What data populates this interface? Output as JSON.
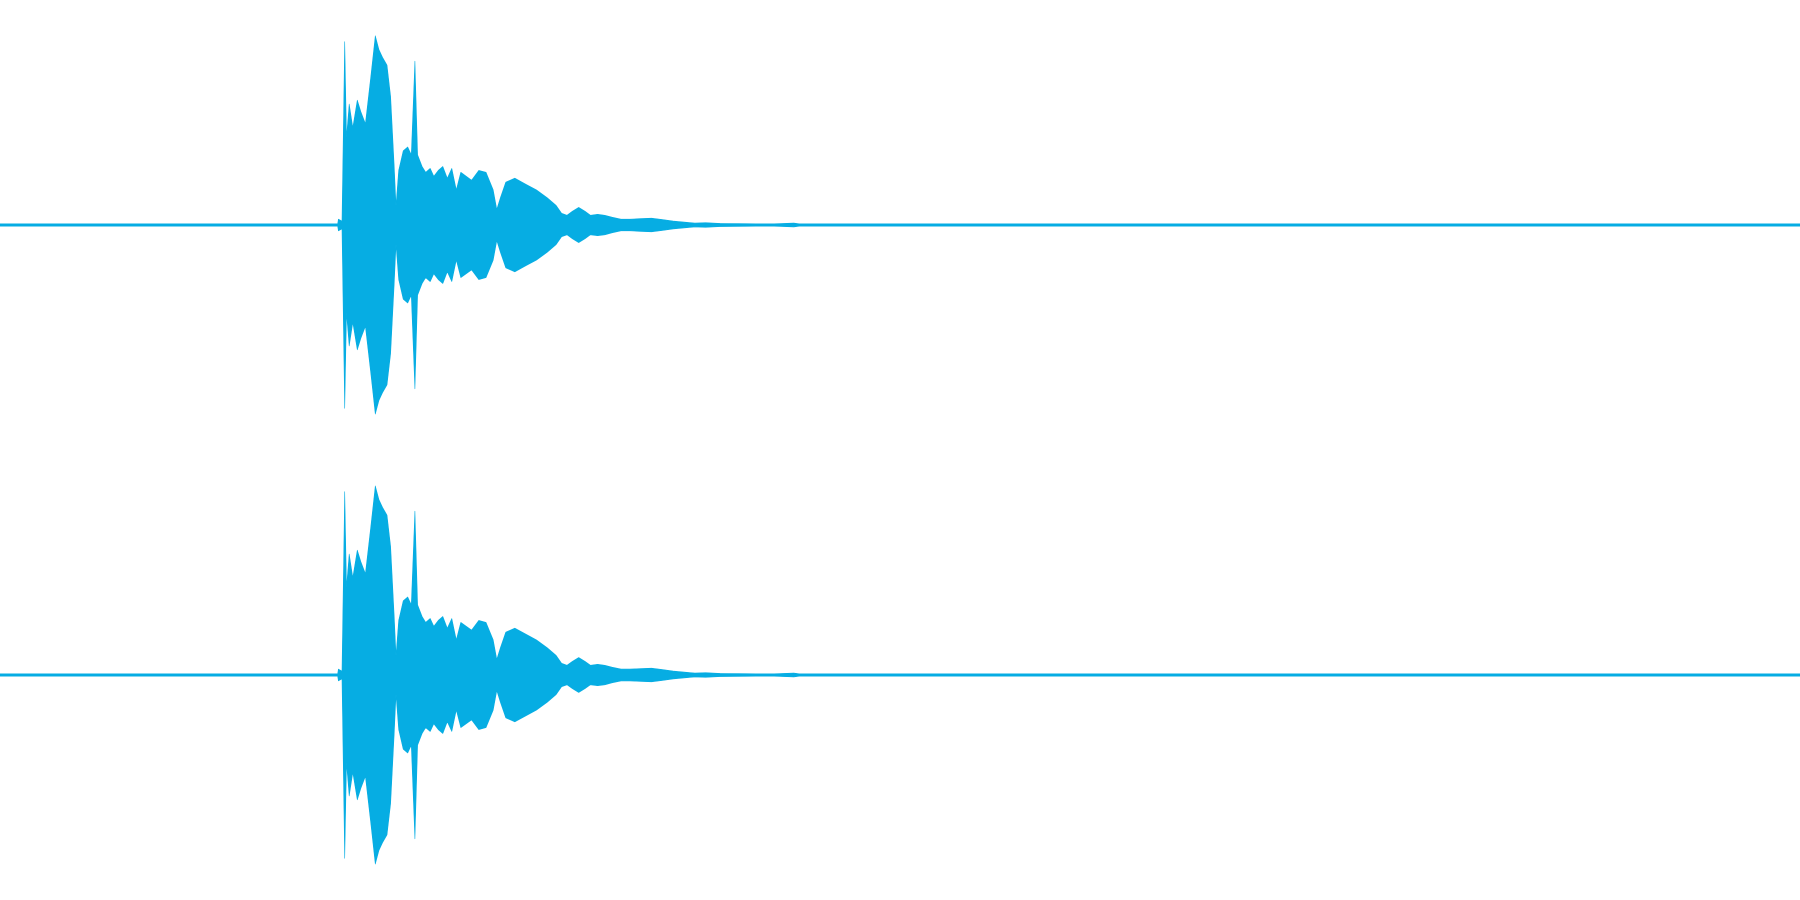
{
  "waveform": {
    "color": "#06ade3",
    "channels": [
      {
        "envelope": [
          [
            0,
            0.006
          ],
          [
            0.1876,
            0.006
          ],
          [
            0.188,
            0.03
          ],
          [
            0.19,
            0.02
          ],
          [
            0.1915,
            0.94
          ],
          [
            0.1925,
            0.45
          ],
          [
            0.194,
            0.62
          ],
          [
            0.196,
            0.5
          ],
          [
            0.1985,
            0.64
          ],
          [
            0.2005,
            0.58
          ],
          [
            0.203,
            0.52
          ],
          [
            0.206,
            0.76
          ],
          [
            0.2085,
            0.97
          ],
          [
            0.2105,
            0.9
          ],
          [
            0.2125,
            0.86
          ],
          [
            0.215,
            0.82
          ],
          [
            0.217,
            0.66
          ],
          [
            0.219,
            0.3
          ],
          [
            0.22,
            0.1
          ],
          [
            0.2215,
            0.28
          ],
          [
            0.224,
            0.38
          ],
          [
            0.2265,
            0.4
          ],
          [
            0.2285,
            0.36
          ],
          [
            0.2305,
            0.84
          ],
          [
            0.232,
            0.36
          ],
          [
            0.2345,
            0.3
          ],
          [
            0.2365,
            0.27
          ],
          [
            0.239,
            0.29
          ],
          [
            0.241,
            0.25
          ],
          [
            0.2435,
            0.28
          ],
          [
            0.246,
            0.3
          ],
          [
            0.2485,
            0.24
          ],
          [
            0.251,
            0.29
          ],
          [
            0.2535,
            0.18
          ],
          [
            0.256,
            0.27
          ],
          [
            0.259,
            0.25
          ],
          [
            0.262,
            0.23
          ],
          [
            0.266,
            0.28
          ],
          [
            0.27,
            0.27
          ],
          [
            0.274,
            0.18
          ],
          [
            0.276,
            0.08
          ],
          [
            0.278,
            0.14
          ],
          [
            0.281,
            0.22
          ],
          [
            0.286,
            0.24
          ],
          [
            0.292,
            0.21
          ],
          [
            0.298,
            0.18
          ],
          [
            0.304,
            0.14
          ],
          [
            0.309,
            0.1
          ],
          [
            0.312,
            0.06
          ],
          [
            0.315,
            0.05
          ],
          [
            0.318,
            0.07
          ],
          [
            0.3215,
            0.09
          ],
          [
            0.325,
            0.07
          ],
          [
            0.328,
            0.05
          ],
          [
            0.332,
            0.055
          ],
          [
            0.336,
            0.05
          ],
          [
            0.34,
            0.04
          ],
          [
            0.345,
            0.03
          ],
          [
            0.35,
            0.03
          ],
          [
            0.356,
            0.033
          ],
          [
            0.362,
            0.035
          ],
          [
            0.368,
            0.028
          ],
          [
            0.374,
            0.02
          ],
          [
            0.38,
            0.015
          ],
          [
            0.386,
            0.01
          ],
          [
            0.392,
            0.012
          ],
          [
            0.4,
            0.008
          ],
          [
            0.41,
            0.007
          ],
          [
            0.42,
            0.006
          ],
          [
            0.43,
            0.006
          ],
          [
            0.441,
            0.01
          ],
          [
            0.444,
            0.006
          ],
          [
            1,
            0.006
          ]
        ]
      },
      {
        "envelope": [
          [
            0,
            0.006
          ],
          [
            0.1876,
            0.006
          ],
          [
            0.188,
            0.03
          ],
          [
            0.19,
            0.02
          ],
          [
            0.1915,
            0.94
          ],
          [
            0.1925,
            0.45
          ],
          [
            0.194,
            0.62
          ],
          [
            0.196,
            0.5
          ],
          [
            0.1985,
            0.64
          ],
          [
            0.2005,
            0.58
          ],
          [
            0.203,
            0.52
          ],
          [
            0.206,
            0.76
          ],
          [
            0.2085,
            0.97
          ],
          [
            0.2105,
            0.9
          ],
          [
            0.2125,
            0.86
          ],
          [
            0.215,
            0.82
          ],
          [
            0.217,
            0.66
          ],
          [
            0.219,
            0.3
          ],
          [
            0.22,
            0.1
          ],
          [
            0.2215,
            0.28
          ],
          [
            0.224,
            0.38
          ],
          [
            0.2265,
            0.4
          ],
          [
            0.2285,
            0.36
          ],
          [
            0.2305,
            0.84
          ],
          [
            0.232,
            0.36
          ],
          [
            0.2345,
            0.3
          ],
          [
            0.2365,
            0.27
          ],
          [
            0.239,
            0.29
          ],
          [
            0.241,
            0.25
          ],
          [
            0.2435,
            0.28
          ],
          [
            0.246,
            0.3
          ],
          [
            0.2485,
            0.24
          ],
          [
            0.251,
            0.29
          ],
          [
            0.2535,
            0.18
          ],
          [
            0.256,
            0.27
          ],
          [
            0.259,
            0.25
          ],
          [
            0.262,
            0.23
          ],
          [
            0.266,
            0.28
          ],
          [
            0.27,
            0.27
          ],
          [
            0.274,
            0.18
          ],
          [
            0.276,
            0.08
          ],
          [
            0.278,
            0.14
          ],
          [
            0.281,
            0.22
          ],
          [
            0.286,
            0.24
          ],
          [
            0.292,
            0.21
          ],
          [
            0.298,
            0.18
          ],
          [
            0.304,
            0.14
          ],
          [
            0.309,
            0.1
          ],
          [
            0.312,
            0.06
          ],
          [
            0.315,
            0.05
          ],
          [
            0.318,
            0.07
          ],
          [
            0.3215,
            0.09
          ],
          [
            0.325,
            0.07
          ],
          [
            0.328,
            0.05
          ],
          [
            0.332,
            0.055
          ],
          [
            0.336,
            0.05
          ],
          [
            0.34,
            0.04
          ],
          [
            0.345,
            0.03
          ],
          [
            0.35,
            0.03
          ],
          [
            0.356,
            0.033
          ],
          [
            0.362,
            0.035
          ],
          [
            0.368,
            0.028
          ],
          [
            0.374,
            0.02
          ],
          [
            0.38,
            0.015
          ],
          [
            0.386,
            0.01
          ],
          [
            0.392,
            0.012
          ],
          [
            0.4,
            0.008
          ],
          [
            0.41,
            0.007
          ],
          [
            0.42,
            0.006
          ],
          [
            0.43,
            0.006
          ],
          [
            0.441,
            0.01
          ],
          [
            0.444,
            0.006
          ],
          [
            1,
            0.006
          ]
        ]
      }
    ]
  }
}
